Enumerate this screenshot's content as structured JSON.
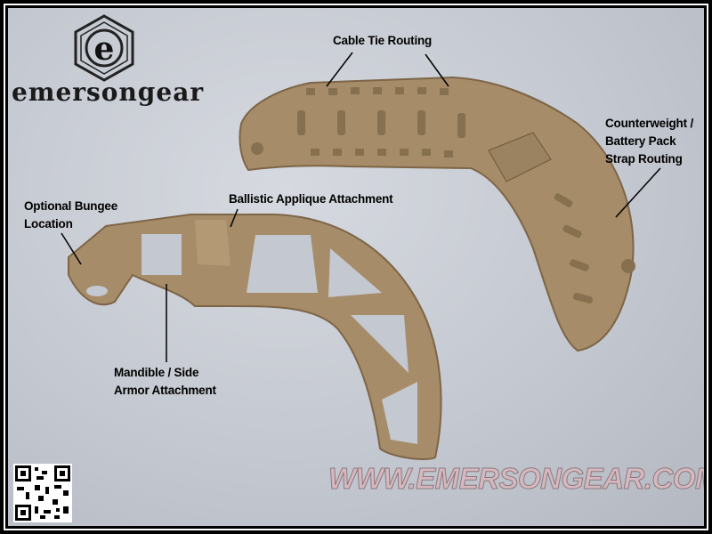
{
  "brand": {
    "name": "emersongear",
    "logo_letter": "e"
  },
  "callouts": {
    "cable_tie": "Cable Tie Routing",
    "counterweight": [
      "Counterweight /",
      "Battery Pack",
      "Strap Routing"
    ],
    "bungee": [
      "Optional Bungee",
      "Location"
    ],
    "ballistic": "Ballistic Applique Attachment",
    "mandible": [
      "Mandible / Side",
      "Armor Attachment"
    ]
  },
  "website": "WWW.EMERSONGEAR.COM",
  "colors": {
    "product": "#a88e6a",
    "background": "#c8ccd4",
    "url": "#d8b8bf"
  }
}
